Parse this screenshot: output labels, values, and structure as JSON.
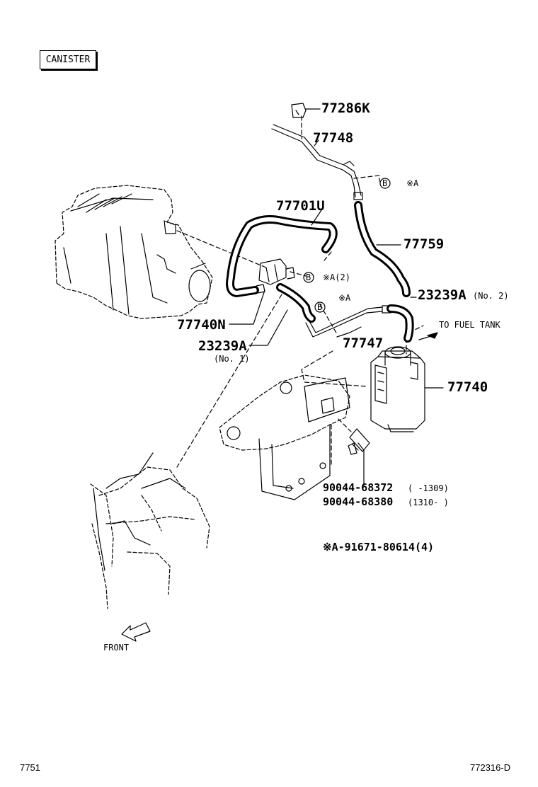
{
  "section_label": "CANISTER",
  "parts": {
    "clip": "77286K",
    "bracket_pipe": "77748",
    "vsv_hose": "77701U",
    "vent_hose": "77759",
    "hose_no2_num": "23239A",
    "hose_no2_sub": "(No. 2)",
    "vsv": "77740N",
    "hose_no1_num": "23239A",
    "hose_no1_sub": "(No. 1)",
    "pipe": "77747",
    "canister": "77740",
    "bolt_a_num": "90044-68372",
    "bolt_a_range": "(     -1309)",
    "bolt_b_num": "90044-68380",
    "bolt_b_range": "(1310-     )",
    "note_a": "※A-91671-80614(4)"
  },
  "refs": {
    "b1": "B",
    "a1": "※A",
    "b2": "B",
    "a2": "※A(2)",
    "b3": "B",
    "a3": "※A"
  },
  "direction": {
    "fuel_tank": "TO FUEL TANK",
    "front": "FRONT"
  },
  "footer": {
    "left": "7751",
    "right": "772316-D"
  }
}
